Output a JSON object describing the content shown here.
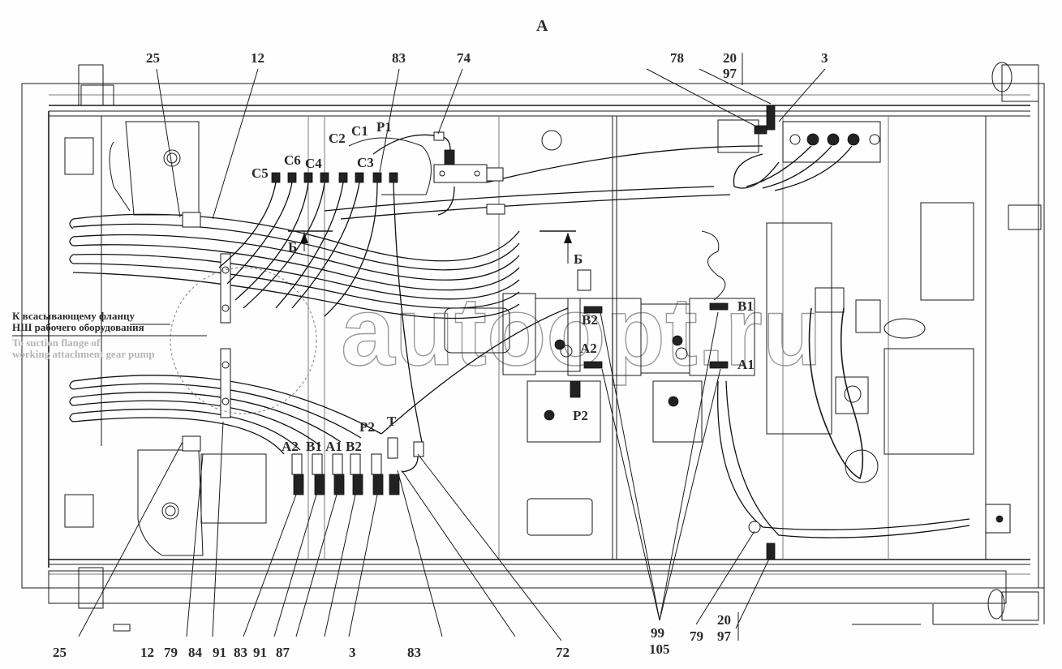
{
  "drawing": {
    "view_label": "А",
    "watermark": "autoopt.ru",
    "section_marker": "Б",
    "note": {
      "ru_line1": "К всасывающему фланцу",
      "ru_line2": "НШ рабочего оборудования",
      "en_line1": "To suction flange of",
      "en_line2": "working attachment gear pump"
    },
    "callouts_top": [
      "25",
      "12",
      "83",
      "74",
      "78",
      "20",
      "97",
      "3"
    ],
    "callouts_bottom": [
      "25",
      "12",
      "79",
      "84",
      "91",
      "83",
      "91",
      "87",
      "3",
      "83",
      "72",
      "99",
      "105",
      "79",
      "20",
      "97"
    ],
    "ports_top": [
      "C5",
      "C6",
      "C4",
      "C2",
      "C1",
      "C3",
      "P1"
    ],
    "ports_bottom": [
      "A2",
      "B1",
      "A1",
      "B2",
      "P2",
      "T"
    ],
    "ports_pump": [
      "B2",
      "A2",
      "P2",
      "B1",
      "A1"
    ]
  }
}
